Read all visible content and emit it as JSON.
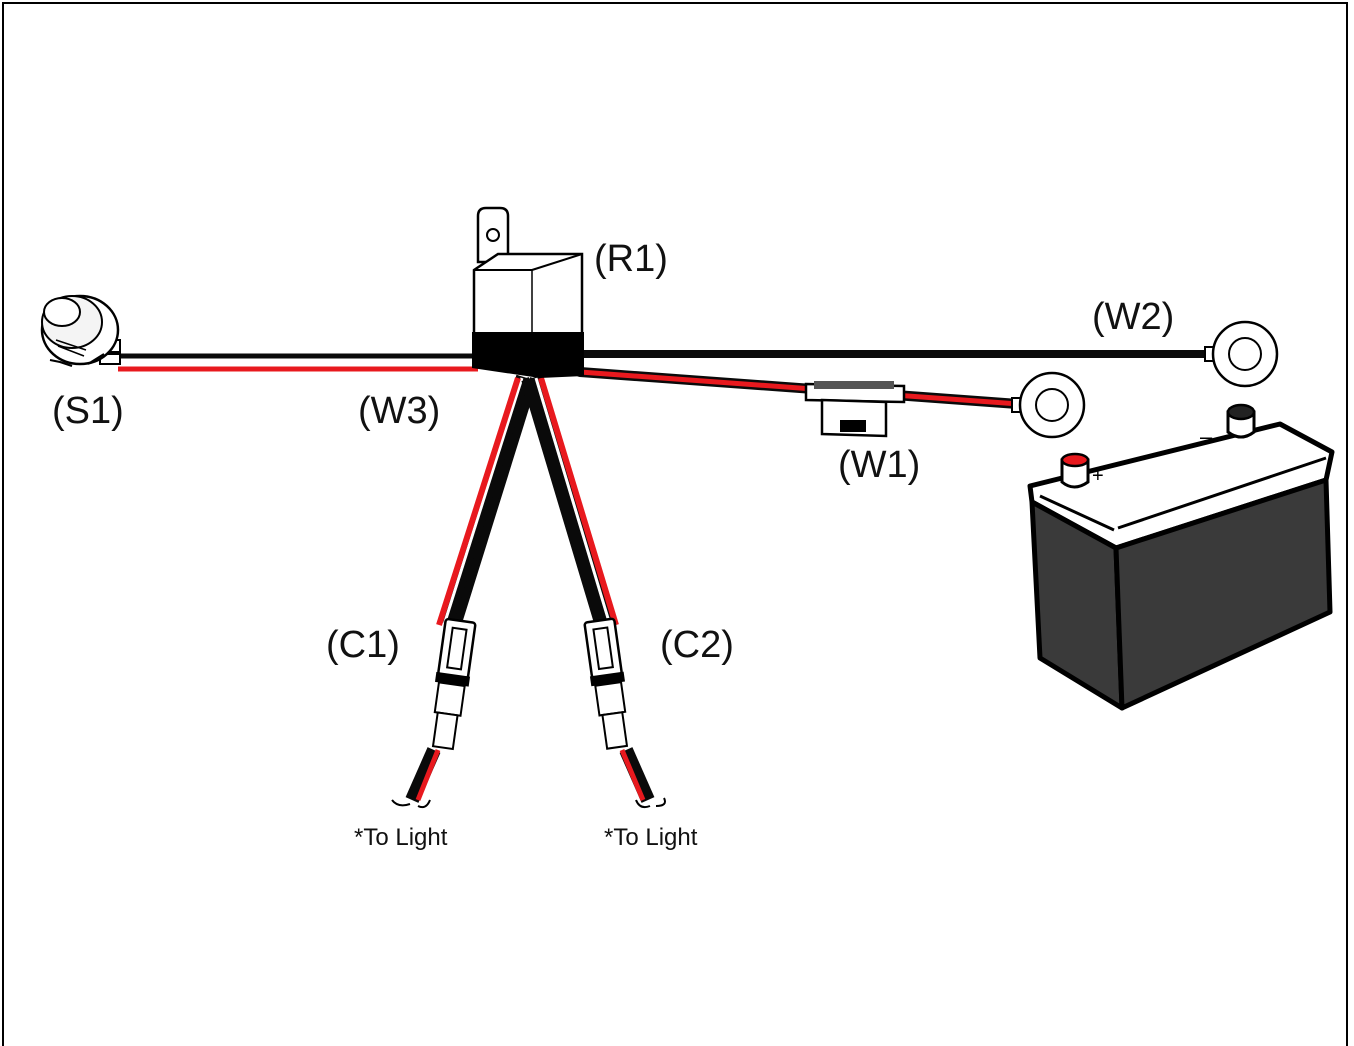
{
  "labels": {
    "relay": "(R1)",
    "switch": "(S1)",
    "switch_wire": "(W3)",
    "ground_wire": "(W2)",
    "fused_wire": "(W1)",
    "connector_1": "(C1)",
    "connector_2": "(C2)",
    "to_light_1": "*To Light",
    "to_light_2": "*To Light"
  },
  "battery": {
    "positive_mark": "+",
    "negative_mark": "–"
  },
  "colors": {
    "wire_red": "#e8191e",
    "wire_black": "#0a0a0a",
    "battery_body": "#3a3a3a",
    "relay_base": "#000000",
    "outline": "#000000"
  },
  "icons": {
    "switch": "rocker-switch-icon",
    "relay": "relay-icon",
    "fuse": "inline-fuse-icon",
    "terminal": "ring-terminal-icon",
    "battery": "car-battery-icon",
    "connector": "plug-connector-icon"
  }
}
